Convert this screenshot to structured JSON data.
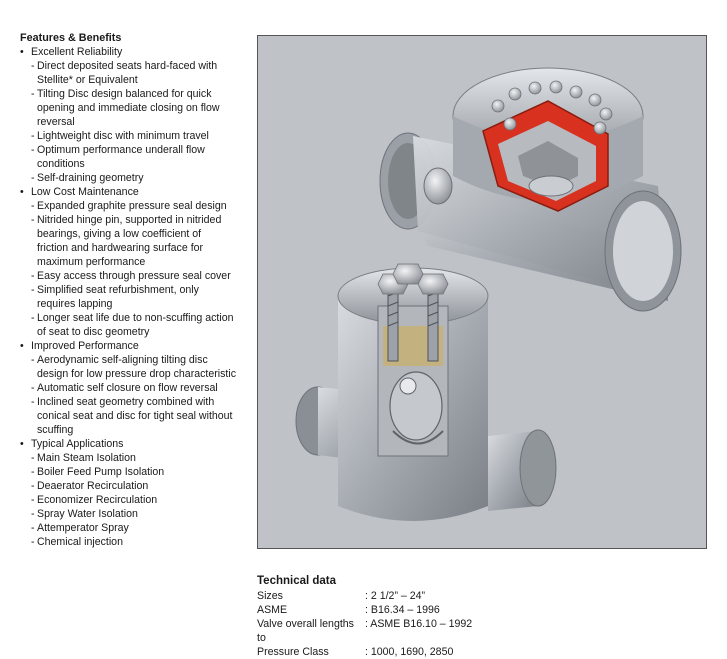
{
  "features": {
    "title": "Features & Benefits",
    "groups": [
      {
        "label": "Excellent Reliability",
        "items": [
          [
            "Direct deposited seats hard-faced with",
            "Stellite* or Equivalent"
          ],
          [
            "Tilting Disc design balanced for quick",
            "opening and immediate closing on flow",
            "reversal"
          ],
          [
            "Lightweight disc with minimum travel"
          ],
          [
            "Optimum performance underall flow",
            "conditions"
          ],
          [
            "Self-draining geometry"
          ]
        ]
      },
      {
        "label": "Low Cost Maintenance",
        "items": [
          [
            "Expanded graphite pressure seal design"
          ],
          [
            "Nitrided hinge pin, supported in nitrided",
            "bearings, giving a low coefficient of",
            "friction and hardwearing surface for",
            "maximum performance"
          ],
          [
            "Easy access through pressure seal cover"
          ],
          [
            "Simplified seat refurbishment, only",
            "requires lapping"
          ],
          [
            "Longer seat life due to non-scuffing action",
            "of seat to disc geometry"
          ]
        ]
      },
      {
        "label": "Improved Performance",
        "items": [
          [
            "Aerodynamic self-aligning tilting disc",
            "design for low pressure drop characteristic"
          ],
          [
            "Automatic self closure on flow reversal"
          ],
          [
            "Inclined seat geometry combined with",
            "conical seat and disc for tight seal without",
            "scuffing"
          ]
        ]
      },
      {
        "label": "Typical Applications",
        "items": [
          [
            "Main Steam Isolation"
          ],
          [
            "Boiler Feed Pump Isolation"
          ],
          [
            "Deaerator Recirculation"
          ],
          [
            "Economizer Recirculation"
          ],
          [
            "Spray Water Isolation"
          ],
          [
            "Attemperator Spray"
          ],
          [
            "Chemical injection"
          ]
        ]
      }
    ]
  },
  "technical": {
    "title": "Technical data",
    "rows": [
      {
        "key": "Sizes",
        "value": ": 2 1/2” – 24”"
      },
      {
        "key": "ASME",
        "value": ": B16.34 – 1996"
      },
      {
        "key": "Valve overall lengths to",
        "value": ": ASME B16.10 – 1992"
      },
      {
        "key": "Pressure Class",
        "value": ": 1000, 1690, 2850"
      }
    ]
  },
  "colors": {
    "cutaway_red": "#d8311f",
    "steel": "#a9adb3",
    "background_panel": "#bfc3c8"
  }
}
